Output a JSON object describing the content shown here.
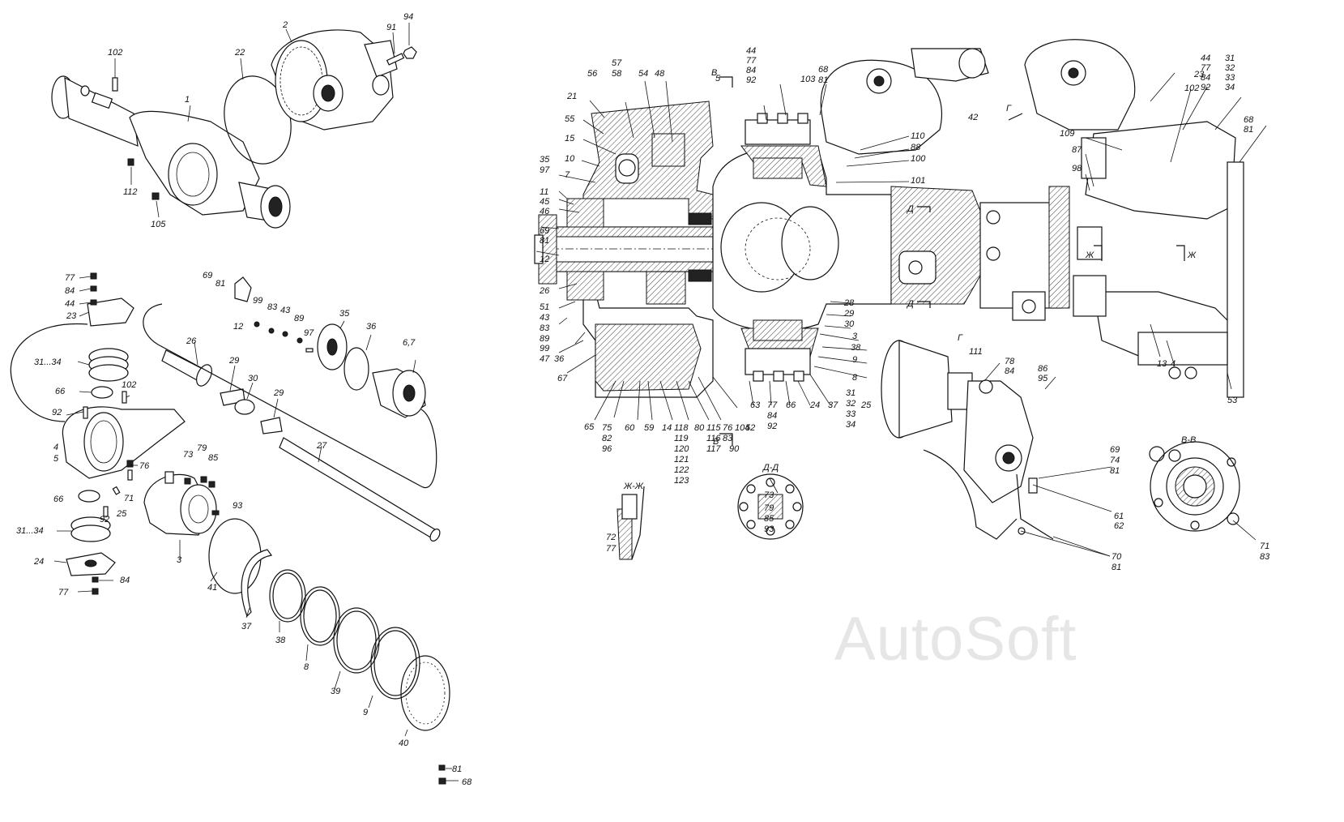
{
  "watermark": "AutoSoft",
  "sections": {
    "v_v": "В-В",
    "zh_zh": "Ж-Ж",
    "d_d": "Д-Д",
    "g": "Г",
    "v_top": "В",
    "v_bottom": "В",
    "g_arrow": "Г",
    "d_upper": "Д",
    "d_lower": "Д",
    "zh_left": "Ж",
    "zh_right": "Ж"
  },
  "left_labels": [
    {
      "id": "l1",
      "text": "102"
    },
    {
      "id": "l2",
      "text": "1"
    },
    {
      "id": "l3",
      "text": "22"
    },
    {
      "id": "l4",
      "text": "2"
    },
    {
      "id": "l5",
      "text": "91"
    },
    {
      "id": "l6",
      "text": "94"
    },
    {
      "id": "l7",
      "text": "112"
    },
    {
      "id": "l8",
      "text": "105"
    },
    {
      "id": "l9",
      "text": "77"
    },
    {
      "id": "l10",
      "text": "84"
    },
    {
      "id": "l11",
      "text": "44"
    },
    {
      "id": "l12",
      "text": "23"
    },
    {
      "id": "l13",
      "text": "31...34"
    },
    {
      "id": "l14",
      "text": "66"
    },
    {
      "id": "l15",
      "text": "102"
    },
    {
      "id": "l16",
      "text": "92"
    },
    {
      "id": "l17",
      "text": "4"
    },
    {
      "id": "l18",
      "text": "5"
    },
    {
      "id": "l19",
      "text": "76"
    },
    {
      "id": "l20",
      "text": "66"
    },
    {
      "id": "l21",
      "text": "92"
    },
    {
      "id": "l22",
      "text": "25"
    },
    {
      "id": "l23",
      "text": "71"
    },
    {
      "id": "l24",
      "text": "31...34"
    },
    {
      "id": "l25",
      "text": "24"
    },
    {
      "id": "l26",
      "text": "84"
    },
    {
      "id": "l27",
      "text": "77"
    },
    {
      "id": "l28",
      "text": "69"
    },
    {
      "id": "l29",
      "text": "81"
    },
    {
      "id": "l30",
      "text": "12"
    },
    {
      "id": "l31",
      "text": "99"
    },
    {
      "id": "l32",
      "text": "83"
    },
    {
      "id": "l33",
      "text": "43"
    },
    {
      "id": "l34",
      "text": "89"
    },
    {
      "id": "l35",
      "text": "97"
    },
    {
      "id": "l36",
      "text": "35"
    },
    {
      "id": "l37",
      "text": "36"
    },
    {
      "id": "l38",
      "text": "6,7"
    },
    {
      "id": "l39",
      "text": "26"
    },
    {
      "id": "l40",
      "text": "29"
    },
    {
      "id": "l41",
      "text": "30"
    },
    {
      "id": "l42",
      "text": "29"
    },
    {
      "id": "l43",
      "text": "27"
    },
    {
      "id": "l44",
      "text": "73"
    },
    {
      "id": "l45",
      "text": "79"
    },
    {
      "id": "l46",
      "text": "85"
    },
    {
      "id": "l47",
      "text": "93"
    },
    {
      "id": "l48",
      "text": "3"
    },
    {
      "id": "l49",
      "text": "41"
    },
    {
      "id": "l50",
      "text": "37"
    },
    {
      "id": "l51",
      "text": "38"
    },
    {
      "id": "l52",
      "text": "8"
    },
    {
      "id": "l53",
      "text": "39"
    },
    {
      "id": "l54",
      "text": "9"
    },
    {
      "id": "l55",
      "text": "40"
    },
    {
      "id": "l56",
      "text": "81"
    },
    {
      "id": "l57",
      "text": "68"
    }
  ],
  "right_labels": [
    {
      "id": "r1",
      "text": "57"
    },
    {
      "id": "r2",
      "text": "58"
    },
    {
      "id": "r3",
      "text": "56"
    },
    {
      "id": "r4",
      "text": "54"
    },
    {
      "id": "r5",
      "text": "48"
    },
    {
      "id": "r6",
      "text": "5"
    },
    {
      "id": "r7",
      "text": "44"
    },
    {
      "id": "r8",
      "text": "77"
    },
    {
      "id": "r9",
      "text": "84"
    },
    {
      "id": "r10",
      "text": "92"
    },
    {
      "id": "r11",
      "text": "103"
    },
    {
      "id": "r12",
      "text": "68"
    },
    {
      "id": "r13",
      "text": "81"
    },
    {
      "id": "r14",
      "text": "42"
    },
    {
      "id": "r15",
      "text": "21"
    },
    {
      "id": "r16",
      "text": "55"
    },
    {
      "id": "r17",
      "text": "15"
    },
    {
      "id": "r18",
      "text": "10"
    },
    {
      "id": "r19",
      "text": "7"
    },
    {
      "id": "r20",
      "text": "35"
    },
    {
      "id": "r21",
      "text": "97"
    },
    {
      "id": "r22",
      "text": "11"
    },
    {
      "id": "r23",
      "text": "45"
    },
    {
      "id": "r24",
      "text": "46"
    },
    {
      "id": "r25",
      "text": "69"
    },
    {
      "id": "r26",
      "text": "81"
    },
    {
      "id": "r27",
      "text": "12"
    },
    {
      "id": "r28",
      "text": "26"
    },
    {
      "id": "r29",
      "text": "51"
    },
    {
      "id": "r30",
      "text": "43"
    },
    {
      "id": "r31",
      "text": "83"
    },
    {
      "id": "r32",
      "text": "89"
    },
    {
      "id": "r33",
      "text": "99"
    },
    {
      "id": "r34",
      "text": "47"
    },
    {
      "id": "r35",
      "text": "36"
    },
    {
      "id": "r36",
      "text": "67"
    },
    {
      "id": "r37",
      "text": "110"
    },
    {
      "id": "r38",
      "text": "88"
    },
    {
      "id": "r39",
      "text": "100"
    },
    {
      "id": "r40",
      "text": "101"
    },
    {
      "id": "r41",
      "text": "28"
    },
    {
      "id": "r42",
      "text": "29"
    },
    {
      "id": "r43",
      "text": "30"
    },
    {
      "id": "r44",
      "text": "3"
    },
    {
      "id": "r45",
      "text": "38"
    },
    {
      "id": "r46",
      "text": "9"
    },
    {
      "id": "r47",
      "text": "8"
    },
    {
      "id": "r48",
      "text": "65"
    },
    {
      "id": "r49",
      "text": "75"
    },
    {
      "id": "r50",
      "text": "82"
    },
    {
      "id": "r51",
      "text": "96"
    },
    {
      "id": "r52",
      "text": "60"
    },
    {
      "id": "r53",
      "text": "59"
    },
    {
      "id": "r54",
      "text": "14"
    },
    {
      "id": "r55",
      "text": "118"
    },
    {
      "id": "r56",
      "text": "119"
    },
    {
      "id": "r57",
      "text": "120"
    },
    {
      "id": "r58",
      "text": "121"
    },
    {
      "id": "r59",
      "text": "122"
    },
    {
      "id": "r60",
      "text": "123"
    },
    {
      "id": "r61",
      "text": "80"
    },
    {
      "id": "r62",
      "text": "115"
    },
    {
      "id": "r63",
      "text": "116"
    },
    {
      "id": "r64",
      "text": "117"
    },
    {
      "id": "r65",
      "text": "76"
    },
    {
      "id": "r66",
      "text": "83"
    },
    {
      "id": "r67",
      "text": "90"
    },
    {
      "id": "r68",
      "text": "104"
    },
    {
      "id": "r69",
      "text": "52"
    },
    {
      "id": "r70",
      "text": "63"
    },
    {
      "id": "r71",
      "text": "77"
    },
    {
      "id": "r72",
      "text": "84"
    },
    {
      "id": "r73",
      "text": "92"
    },
    {
      "id": "r74",
      "text": "66"
    },
    {
      "id": "r75",
      "text": "24"
    },
    {
      "id": "r76",
      "text": "37"
    },
    {
      "id": "r77",
      "text": "31"
    },
    {
      "id": "r78",
      "text": "32"
    },
    {
      "id": "r79",
      "text": "33"
    },
    {
      "id": "r80",
      "text": "34"
    },
    {
      "id": "r81",
      "text": "25"
    },
    {
      "id": "r82",
      "text": "23"
    },
    {
      "id": "r83",
      "text": "102"
    },
    {
      "id": "r84",
      "text": "44"
    },
    {
      "id": "r85",
      "text": "77"
    },
    {
      "id": "r86",
      "text": "84"
    },
    {
      "id": "r87",
      "text": "92"
    },
    {
      "id": "r88",
      "text": "31"
    },
    {
      "id": "r89",
      "text": "32"
    },
    {
      "id": "r90",
      "text": "33"
    },
    {
      "id": "r91",
      "text": "34"
    },
    {
      "id": "r92",
      "text": "109"
    },
    {
      "id": "r93",
      "text": "68"
    },
    {
      "id": "r94",
      "text": "81"
    },
    {
      "id": "r95",
      "text": "87"
    },
    {
      "id": "r96",
      "text": "98"
    },
    {
      "id": "r97",
      "text": "13"
    },
    {
      "id": "r98",
      "text": "4"
    },
    {
      "id": "r99",
      "text": "53"
    },
    {
      "id": "r100",
      "text": "111"
    },
    {
      "id": "r101",
      "text": "78"
    },
    {
      "id": "r102",
      "text": "84"
    },
    {
      "id": "r103",
      "text": "86"
    },
    {
      "id": "r104",
      "text": "95"
    },
    {
      "id": "r105",
      "text": "69"
    },
    {
      "id": "r106",
      "text": "74"
    },
    {
      "id": "r107",
      "text": "81"
    },
    {
      "id": "r108",
      "text": "61"
    },
    {
      "id": "r109",
      "text": "62"
    },
    {
      "id": "r110",
      "text": "70"
    },
    {
      "id": "r111",
      "text": "81"
    },
    {
      "id": "r112",
      "text": "72"
    },
    {
      "id": "r113",
      "text": "77"
    },
    {
      "id": "r114",
      "text": "73"
    },
    {
      "id": "r115",
      "text": "79"
    },
    {
      "id": "r116",
      "text": "85"
    },
    {
      "id": "r117",
      "text": "93"
    },
    {
      "id": "r118",
      "text": "71"
    },
    {
      "id": "r119",
      "text": "83"
    }
  ]
}
